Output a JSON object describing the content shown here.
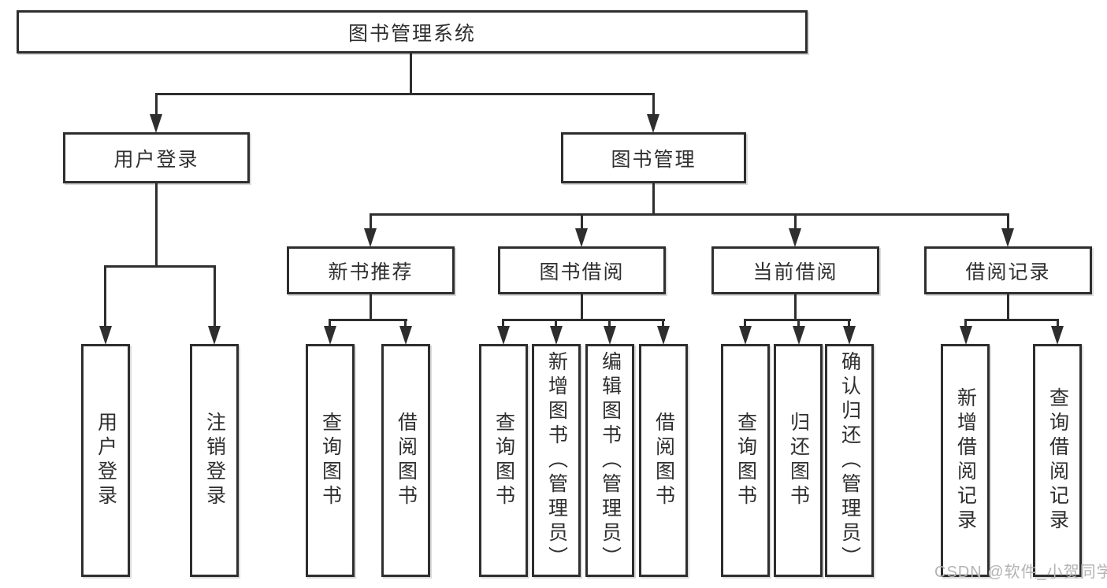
{
  "tree": {
    "root": {
      "label": "图书管理系统",
      "children": [
        {
          "label": "用户登录",
          "children": [
            {
              "label": "用户登录"
            },
            {
              "label": "注销登录"
            }
          ]
        },
        {
          "label": "图书管理",
          "children": [
            {
              "label": "新书推荐",
              "children": [
                {
                  "label": "查询图书"
                },
                {
                  "label": "借阅图书"
                }
              ]
            },
            {
              "label": "图书借阅",
              "children": [
                {
                  "label": "查询图书"
                },
                {
                  "label": "新增图书（管理员）"
                },
                {
                  "label": "编辑图书（管理员）"
                },
                {
                  "label": "借阅图书"
                }
              ]
            },
            {
              "label": "当前借阅",
              "children": [
                {
                  "label": "查询图书"
                },
                {
                  "label": "归还图书"
                },
                {
                  "label": "确认归还（管理员）"
                }
              ]
            },
            {
              "label": "借阅记录",
              "children": [
                {
                  "label": "新增借阅记录"
                },
                {
                  "label": "查询借阅记录"
                }
              ]
            }
          ]
        }
      ]
    }
  },
  "watermark": {
    "text": "CSDN @软件_小贺同学",
    "color": "#b3b3b3"
  },
  "colors": {
    "line": "#2e2e2e",
    "text": "#2f2f2f",
    "background": "#ffffff"
  }
}
